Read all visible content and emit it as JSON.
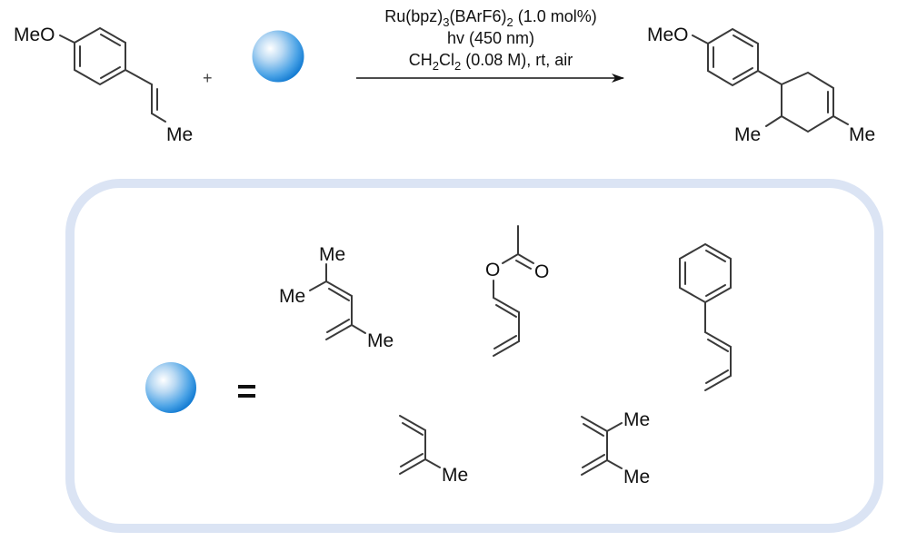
{
  "scheme": {
    "reactant_1": {
      "name": "trans-anethole",
      "labels": {
        "methoxy": "MeO",
        "methyl": "Me"
      }
    },
    "plus_sign": "+",
    "reactant_2": {
      "name": "diene (generic sphere)"
    },
    "conditions": {
      "catalyst": {
        "main": "Ru(bpz)",
        "sub1": "3",
        "mid": "(BArF6)",
        "sub2": "2",
        "tail": " (1.0 mol%)"
      },
      "light": "hv (450 nm)",
      "solvent": {
        "main": "CH",
        "sub1": "2",
        "mid": "Cl",
        "sub2": "2",
        "tail": " (0.08 M), rt, air"
      }
    },
    "product": {
      "labels": {
        "methoxy": "MeO",
        "methyl_1": "Me",
        "methyl_2": "Me"
      }
    }
  },
  "legend_box": {
    "equals_sign": "=",
    "border_color": "#dbe4f4",
    "sphere_color": "#1f86d8",
    "dienes": [
      {
        "name": "2,4-dimethyl-1,3-pentadiene",
        "labels": [
          "Me",
          "Me",
          "Me"
        ]
      },
      {
        "name": "1-acetoxy-1,3-butadiene",
        "labels": [
          "O",
          "O"
        ]
      },
      {
        "name": "1-phenyl-1,3-butadiene",
        "labels": []
      },
      {
        "name": "isoprene",
        "labels": [
          "Me"
        ]
      },
      {
        "name": "2,3-dimethyl-1,3-butadiene",
        "labels": [
          "Me",
          "Me"
        ]
      }
    ]
  }
}
